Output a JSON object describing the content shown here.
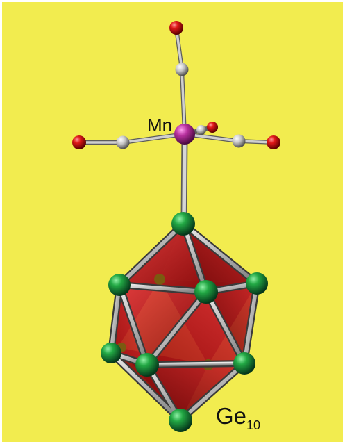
{
  "figure": {
    "background_color": "#f2ec4f",
    "labels": {
      "metal": "Mn",
      "cluster_element": "Ge",
      "cluster_count": "10"
    },
    "atom_colors": {
      "manganese": "#b0309e",
      "germanium": "#1a8c3a",
      "oxygen": "#d01616",
      "carbon": "#c8c8c8",
      "bond": "#9a9a9a",
      "cage_face": "#c01e1e"
    }
  }
}
